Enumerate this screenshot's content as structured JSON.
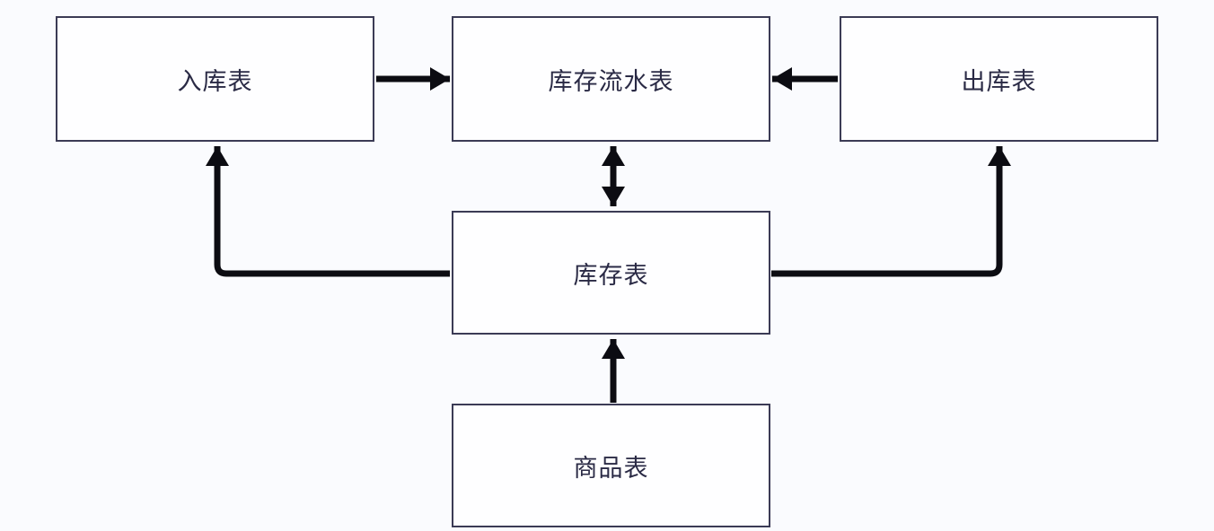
{
  "diagram": {
    "type": "flowchart",
    "nodes": [
      {
        "id": "inbound",
        "label": "入库表"
      },
      {
        "id": "flow",
        "label": "库存流水表"
      },
      {
        "id": "outbound",
        "label": "出库表"
      },
      {
        "id": "inventory",
        "label": "库存表"
      },
      {
        "id": "product",
        "label": "商品表"
      }
    ],
    "edges": [
      {
        "from": "inbound",
        "to": "flow",
        "arrow": "single",
        "description": "入库表 → 库存流水表"
      },
      {
        "from": "outbound",
        "to": "flow",
        "arrow": "single",
        "description": "出库表 → 库存流水表"
      },
      {
        "from": "inventory",
        "to": "flow",
        "arrow": "double",
        "description": "库存表 ↔ 库存流水表"
      },
      {
        "from": "inventory",
        "to": "inbound",
        "arrow": "single",
        "description": "库存表 → 入库表"
      },
      {
        "from": "inventory",
        "to": "outbound",
        "arrow": "single",
        "description": "库存表 → 出库表"
      },
      {
        "from": "product",
        "to": "inventory",
        "arrow": "single",
        "description": "商品表 → 库存表"
      }
    ],
    "colors": {
      "background": "#fafbfe",
      "box_fill": "#fefeff",
      "box_border": "#3b3b55",
      "arrow": "#0c0c12",
      "text": "#2a2a45"
    }
  }
}
